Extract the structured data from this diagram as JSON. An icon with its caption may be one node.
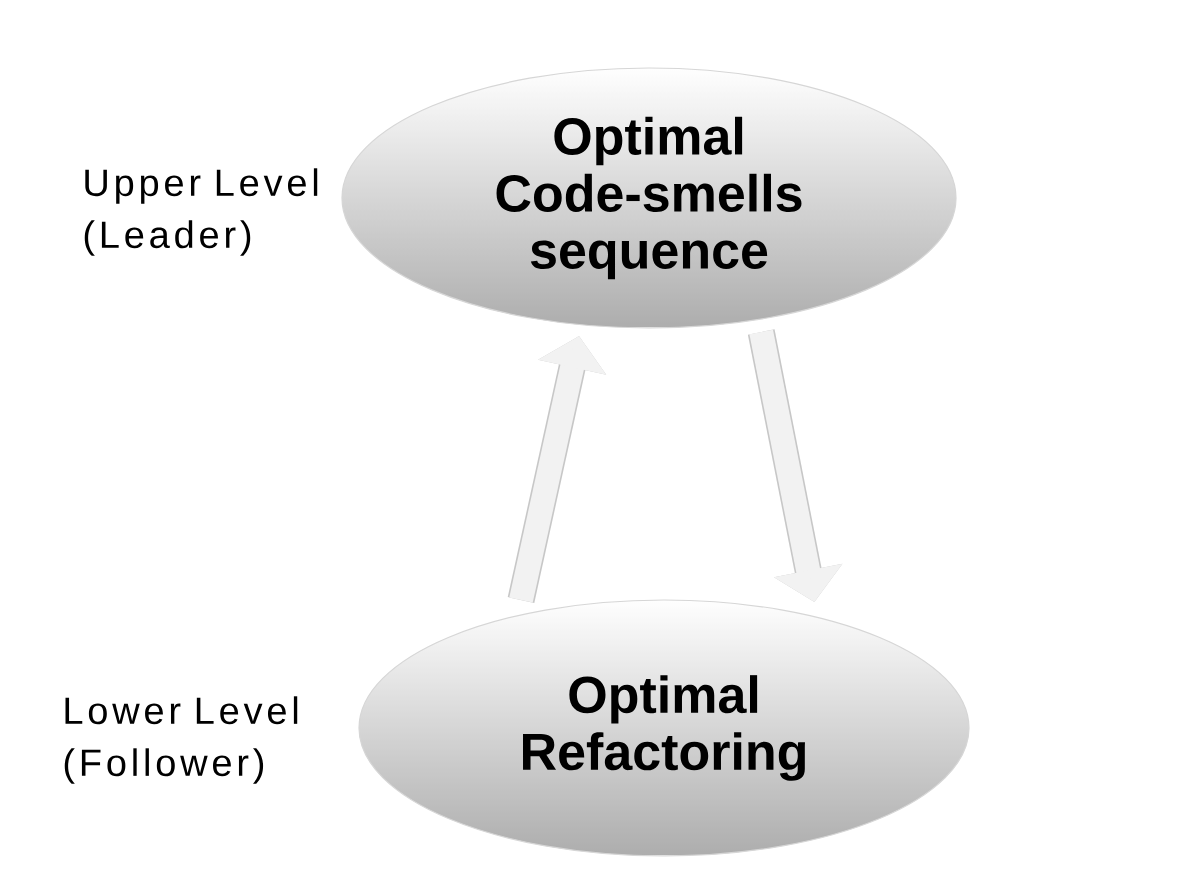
{
  "diagram": {
    "nodes": [
      {
        "text": [
          "Optimal Code-smells sequence"
        ],
        "beside": [
          "Upper Level (Leader)"
        ]
      },
      {
        "text": [
          "Optimal Refactoring"
        ],
        "beside": [
          "Lower Level (Follower)"
        ]
      }
    ],
    "edges": [
      {
        "from": 1,
        "to": 0,
        "arrow": "to"
      },
      {
        "from": 0,
        "to": 1,
        "arrow": "to"
      }
    ]
  }
}
